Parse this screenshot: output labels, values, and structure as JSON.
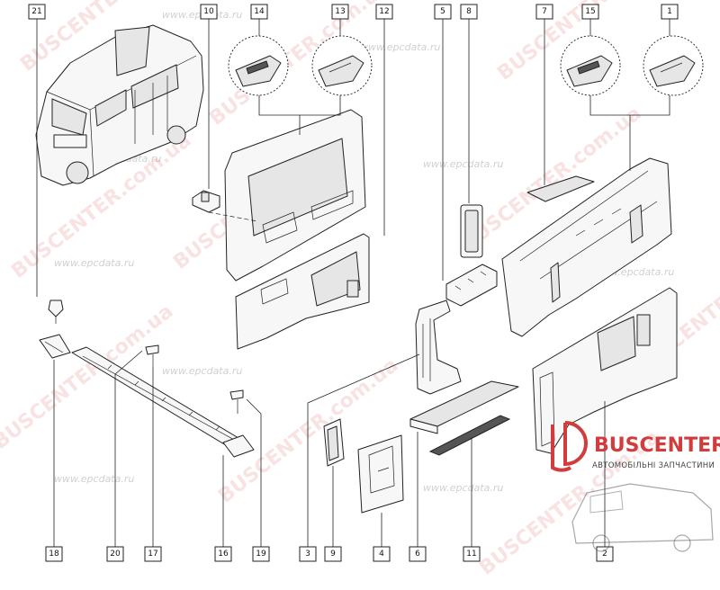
{
  "callouts": {
    "top": [
      "21",
      "10",
      "14",
      "13",
      "12",
      "5",
      "8",
      "7",
      "15",
      "1"
    ],
    "bottom": [
      "18",
      "20",
      "17",
      "16",
      "19",
      "3",
      "9",
      "4",
      "6",
      "11",
      "2"
    ]
  },
  "watermark": {
    "brand": "BUSCENTER",
    "domain_ua": "BUSCENTER.com.ua",
    "url": "www.epcdata.ru"
  },
  "logo": {
    "name": "BUSCENTER",
    "subtitle": "АВТОМОБІЛЬНІ ЗАПЧАСТИНИ",
    "color": "#d23c3c"
  }
}
